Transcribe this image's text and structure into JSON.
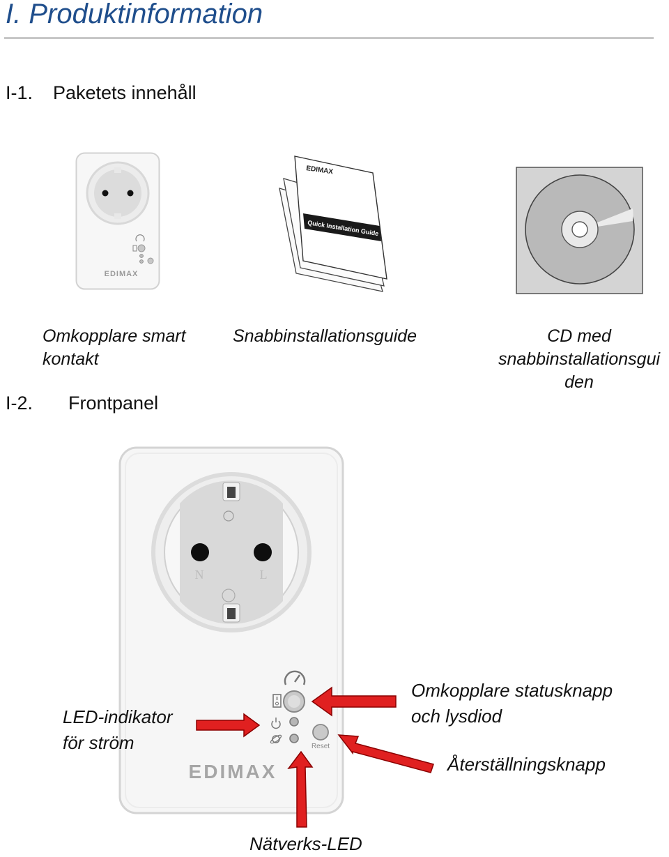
{
  "chapter": {
    "title": "I.   Produktinformation"
  },
  "sections": [
    {
      "num": "I-1.",
      "title": "Paketets innehåll"
    },
    {
      "num": "I-2.",
      "title": "Frontpanel"
    }
  ],
  "package_items": [
    {
      "caption_lines": [
        "Omkopplare smart",
        "kontakt"
      ]
    },
    {
      "caption_lines": [
        "Snabbinstallationsguide"
      ]
    },
    {
      "caption_lines": [
        "CD med",
        "snabbinstallationsgui",
        "den"
      ]
    }
  ],
  "product_prints": {
    "brand": "EDIMAX",
    "guide_cover": "Quick Installation Guide",
    "reset": "Reset",
    "neutral": "N",
    "live": "L"
  },
  "front_panel_callouts": {
    "power_led": [
      "LED-indikator",
      "för ström"
    ],
    "status": [
      "Omkopplare statusknapp",
      "och lysdiod"
    ],
    "reset": "Återställningsknapp",
    "network": "Nätverks-LED"
  },
  "colors": {
    "heading": "#1f4e8c",
    "arrow": "#e02020"
  }
}
